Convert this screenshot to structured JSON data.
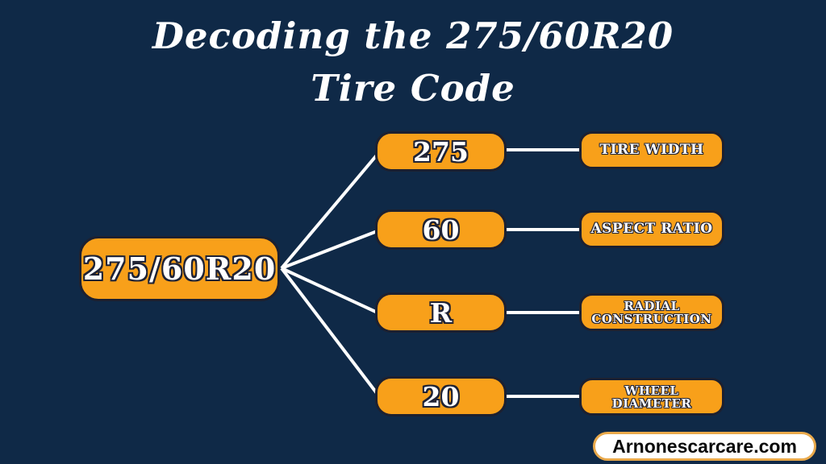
{
  "title": {
    "line1": "Decoding the 275/60R20",
    "line2": "Tire Code"
  },
  "root": {
    "label": "275/60R20"
  },
  "rows": [
    {
      "code": "275",
      "meaning": "TIRE WIDTH",
      "lines": [
        "TIRE WIDTH"
      ]
    },
    {
      "code": "60",
      "meaning": "ASPECT RATIO",
      "lines": [
        "ASPECT RATIO"
      ]
    },
    {
      "code": "R",
      "meaning": "RADIAL CONSTRUCTION",
      "lines": [
        "RADIAL",
        "CONSTRUCTION"
      ]
    },
    {
      "code": "20",
      "meaning": "WHEEL DIAMETER",
      "lines": [
        "WHEEL",
        "DIAMETER"
      ]
    }
  ],
  "footer": {
    "website": "Arnonescarcare.com"
  },
  "colors": {
    "background": "#0F2947",
    "box_orange": "#F8A01A",
    "box_border": "#1C2030",
    "text_outline": "#1E2235",
    "connector": "#FFFFFF",
    "footer_border": "#E9A94B",
    "footer_bg": "#FFFFFF",
    "footer_text": "#0A0A0A",
    "title_text": "#FFFFFF"
  }
}
